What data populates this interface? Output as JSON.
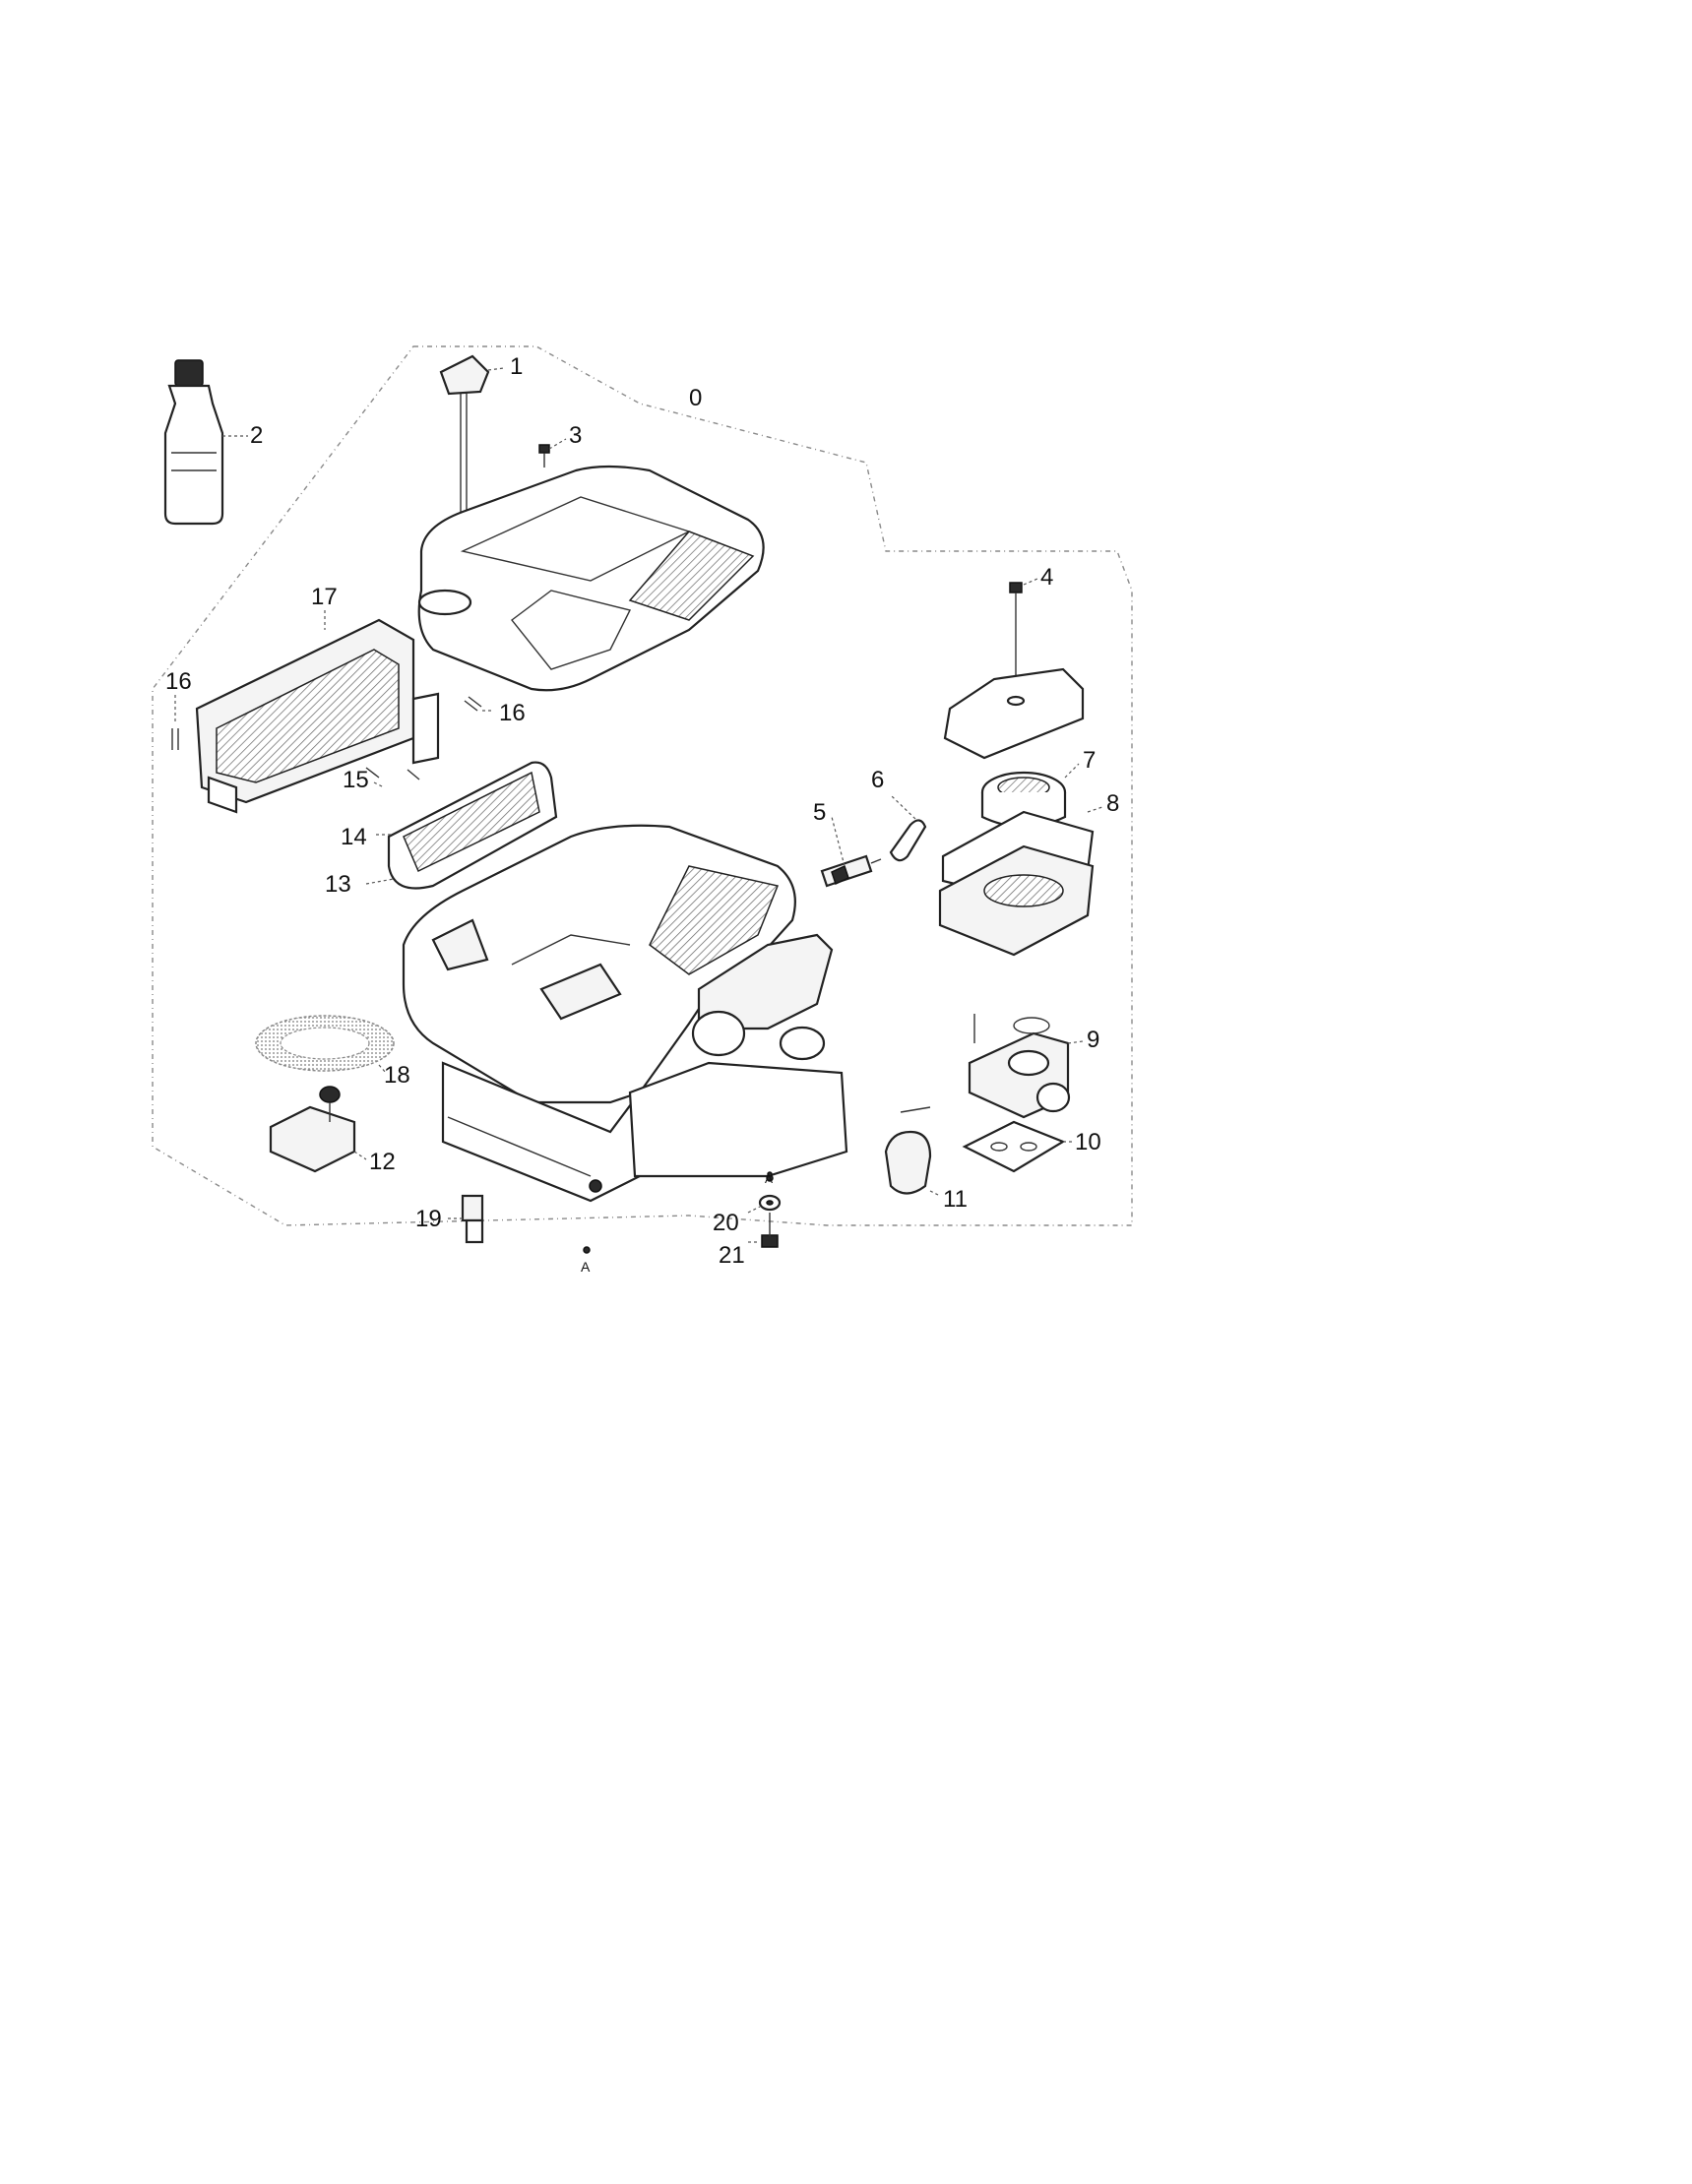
{
  "diagram": {
    "labels": {
      "p0": "0",
      "p1": "1",
      "p2": "2",
      "p3": "3",
      "p4": "4",
      "p5": "5",
      "p6": "6",
      "p7": "7",
      "p8": "8",
      "p9": "9",
      "p10": "10",
      "p11": "11",
      "p12": "12",
      "p13": "13",
      "p14": "14",
      "p15": "15",
      "p16a": "16",
      "p16b": "16",
      "p17": "17",
      "p18": "18",
      "p19": "19",
      "p20": "20",
      "p21": "21"
    },
    "markers": {
      "a1": "A",
      "a2": "A"
    }
  }
}
